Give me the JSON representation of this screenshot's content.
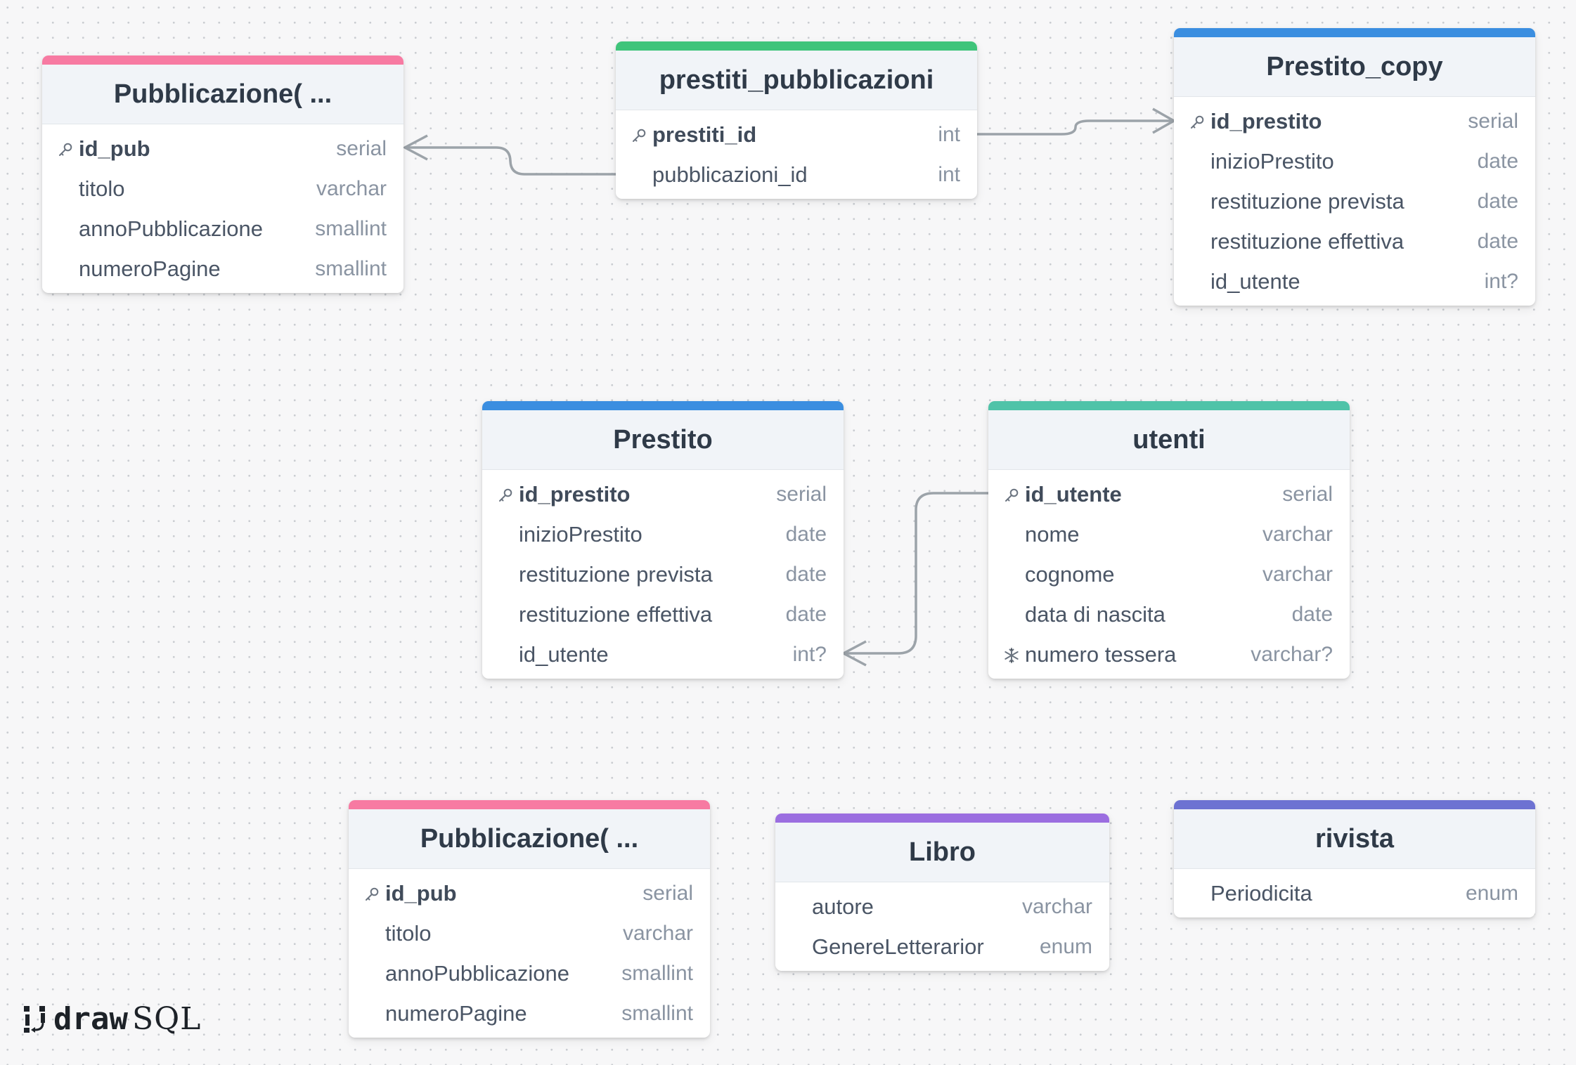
{
  "colors": {
    "pink": "#f77aa2",
    "green": "#3fc47a",
    "blue": "#3b8ee0",
    "teal": "#4fc3a8",
    "purple": "#9b6ee0",
    "indigo": "#6d72d2",
    "connector": "#9ca3a9"
  },
  "tables": {
    "pub1": {
      "title": "Pubblicazione( ...",
      "columns": [
        {
          "name": "id_pub",
          "type": "serial",
          "icon": "key-icon"
        },
        {
          "name": "titolo",
          "type": "varchar"
        },
        {
          "name": "annoPubblicazione",
          "type": "smallint"
        },
        {
          "name": "numeroPagine",
          "type": "smallint"
        }
      ]
    },
    "pp": {
      "title": "prestiti_pubblicazioni",
      "columns": [
        {
          "name": "prestiti_id",
          "type": "int",
          "icon": "key-icon"
        },
        {
          "name": "pubblicazioni_id",
          "type": "int"
        }
      ]
    },
    "pcopy": {
      "title": "Prestito_copy",
      "columns": [
        {
          "name": "id_prestito",
          "type": "serial",
          "icon": "key-icon"
        },
        {
          "name": "inizioPrestito",
          "type": "date"
        },
        {
          "name": "restituzione prevista",
          "type": "date"
        },
        {
          "name": "restituzione effettiva",
          "type": "date"
        },
        {
          "name": "id_utente",
          "type": "int?"
        }
      ]
    },
    "prestito": {
      "title": "Prestito",
      "columns": [
        {
          "name": "id_prestito",
          "type": "serial",
          "icon": "key-icon"
        },
        {
          "name": "inizioPrestito",
          "type": "date"
        },
        {
          "name": "restituzione prevista",
          "type": "date"
        },
        {
          "name": "restituzione effettiva",
          "type": "date"
        },
        {
          "name": "id_utente",
          "type": "int?"
        }
      ]
    },
    "utenti": {
      "title": "utenti",
      "columns": [
        {
          "name": "id_utente",
          "type": "serial",
          "icon": "key-icon"
        },
        {
          "name": "nome",
          "type": "varchar"
        },
        {
          "name": "cognome",
          "type": "varchar"
        },
        {
          "name": "data di nascita",
          "type": "date"
        },
        {
          "name": "numero tessera",
          "type": "varchar?",
          "icon": "snowflake-icon"
        }
      ]
    },
    "pub2": {
      "title": "Pubblicazione( ...",
      "columns": [
        {
          "name": "id_pub",
          "type": "serial",
          "icon": "key-icon"
        },
        {
          "name": "titolo",
          "type": "varchar"
        },
        {
          "name": "annoPubblicazione",
          "type": "smallint"
        },
        {
          "name": "numeroPagine",
          "type": "smallint"
        }
      ]
    },
    "libro": {
      "title": "Libro",
      "columns": [
        {
          "name": "autore",
          "type": "varchar"
        },
        {
          "name": "GenereLetterarior",
          "type": "enum"
        }
      ]
    },
    "rivista": {
      "title": "rivista",
      "columns": [
        {
          "name": "Periodicita",
          "type": "enum"
        }
      ]
    }
  },
  "brand": {
    "draw": "draw",
    "sql": "SQL",
    "icon": "drawsql-logo-icon"
  }
}
